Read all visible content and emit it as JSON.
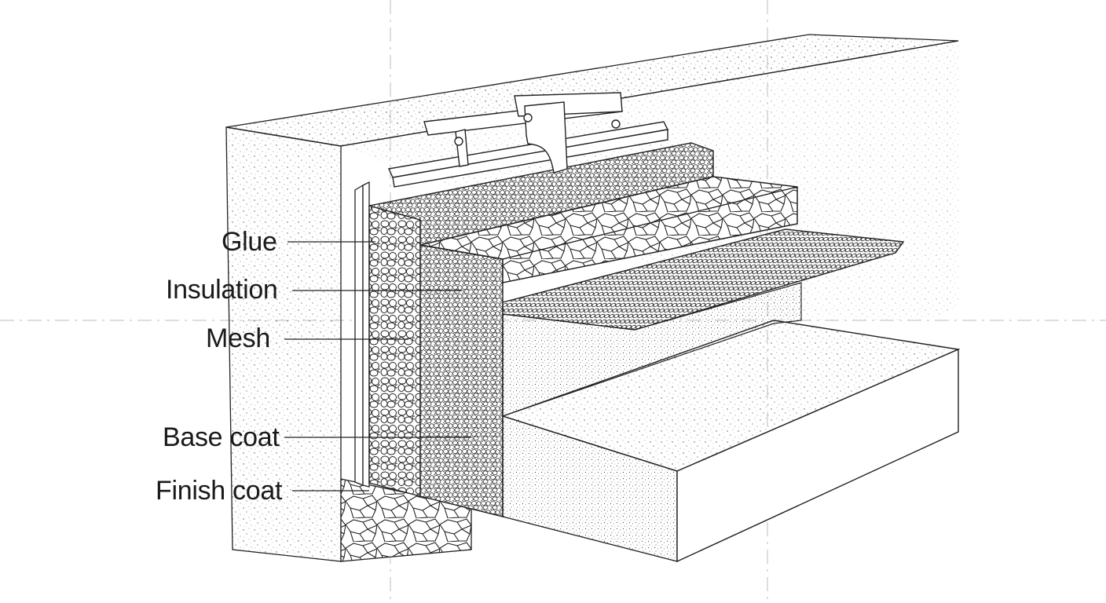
{
  "diagram": {
    "labels": [
      {
        "id": "glue",
        "text": "Glue"
      },
      {
        "id": "insulation",
        "text": "Insulation"
      },
      {
        "id": "mesh",
        "text": "Mesh"
      },
      {
        "id": "base-coat",
        "text": "Base coat"
      },
      {
        "id": "finish-coat",
        "text": "Finish coat"
      }
    ],
    "colors": {
      "ink": "#1a1a1a",
      "guide": "#bbbbbb",
      "paper": "#ffffff"
    }
  }
}
